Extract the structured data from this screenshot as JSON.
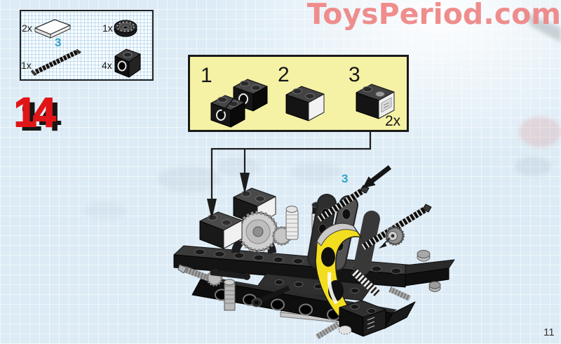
{
  "watermark": {
    "text": "ToysPeriod.com"
  },
  "page": {
    "number": "11"
  },
  "step": {
    "number": "14"
  },
  "parts_box": {
    "items": [
      {
        "qty": "2x",
        "part": "white-tile-1x2"
      },
      {
        "qty": "1x",
        "part": "black-pulley-wheel"
      },
      {
        "qty": "1x",
        "part": "black-axle",
        "length_label": "3"
      },
      {
        "qty": "4x",
        "part": "black-technic-brick-1x1"
      }
    ]
  },
  "callout_box": {
    "step_labels": [
      "1",
      "2",
      "3"
    ],
    "quantity": "2x"
  },
  "assembly": {
    "axle_length_label": "3"
  },
  "colors": {
    "watermark_pink": "#ee8383",
    "step_red": "#e01518",
    "label_cyan": "#2ea2c8",
    "callout_yellow": "#f6f2a5",
    "paper_blue": "#dcebf5"
  }
}
